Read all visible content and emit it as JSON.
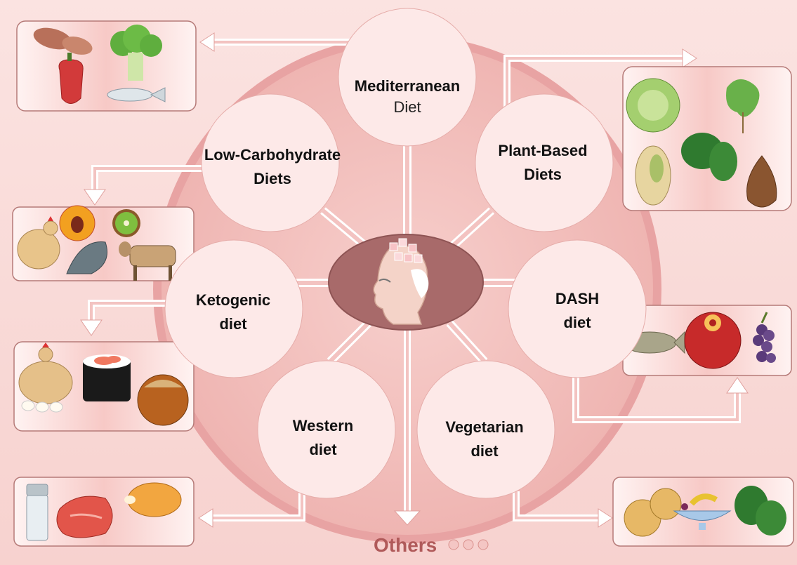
{
  "diets": {
    "mediterranean": {
      "line1": "Mediterranean",
      "line2": "Diet"
    },
    "low_carb": {
      "line1": "Low-Carbohydrate",
      "line2": "Diets"
    },
    "plant_based": {
      "line1": "Plant-Based",
      "line2": "Diets"
    },
    "ketogenic": {
      "line1": "Ketogenic",
      "line2": "diet"
    },
    "dash": {
      "line1": "DASH",
      "line2": "diet"
    },
    "western": {
      "line1": "Western",
      "line2": "diet"
    },
    "vegetarian": {
      "line1": "Vegetarian",
      "line2": "diet"
    }
  },
  "footer": {
    "others": "Others"
  },
  "icons": {
    "center": "elderly-head-puzzle-icon",
    "mediterranean_foods": [
      "peanut-icon",
      "bell-pepper-icon",
      "broccoli-icon",
      "fish-icon"
    ],
    "plant_foods": [
      "cabbage-icon",
      "lettuce-icon",
      "pistachio-icon",
      "spinach-icon",
      "almond-icon"
    ],
    "lowcarb_foods": [
      "chicken-icon",
      "peach-icon",
      "kiwi-icon",
      "fish-icon",
      "cow-icon"
    ],
    "keto_foods": [
      "hen-icon",
      "sushi-icon",
      "hazelnut-icon"
    ],
    "dash_foods": [
      "fish-icon",
      "pomegranate-icon",
      "grapes-icon"
    ],
    "western_foods": [
      "salt-shaker-icon",
      "red-meat-icon",
      "roast-chicken-icon"
    ],
    "vegetarian_foods": [
      "fruit-icon",
      "fruit-bowl-icon",
      "spinach-icon"
    ]
  },
  "colors": {
    "outer_ring": "#e8a3a3",
    "disc_fill": "#f2c2c0",
    "inner_circle": "#fde9e8",
    "center_ellipse": "#a86a6a",
    "panel_bg": "#fbdad8",
    "others_text": "#b05a5a"
  }
}
